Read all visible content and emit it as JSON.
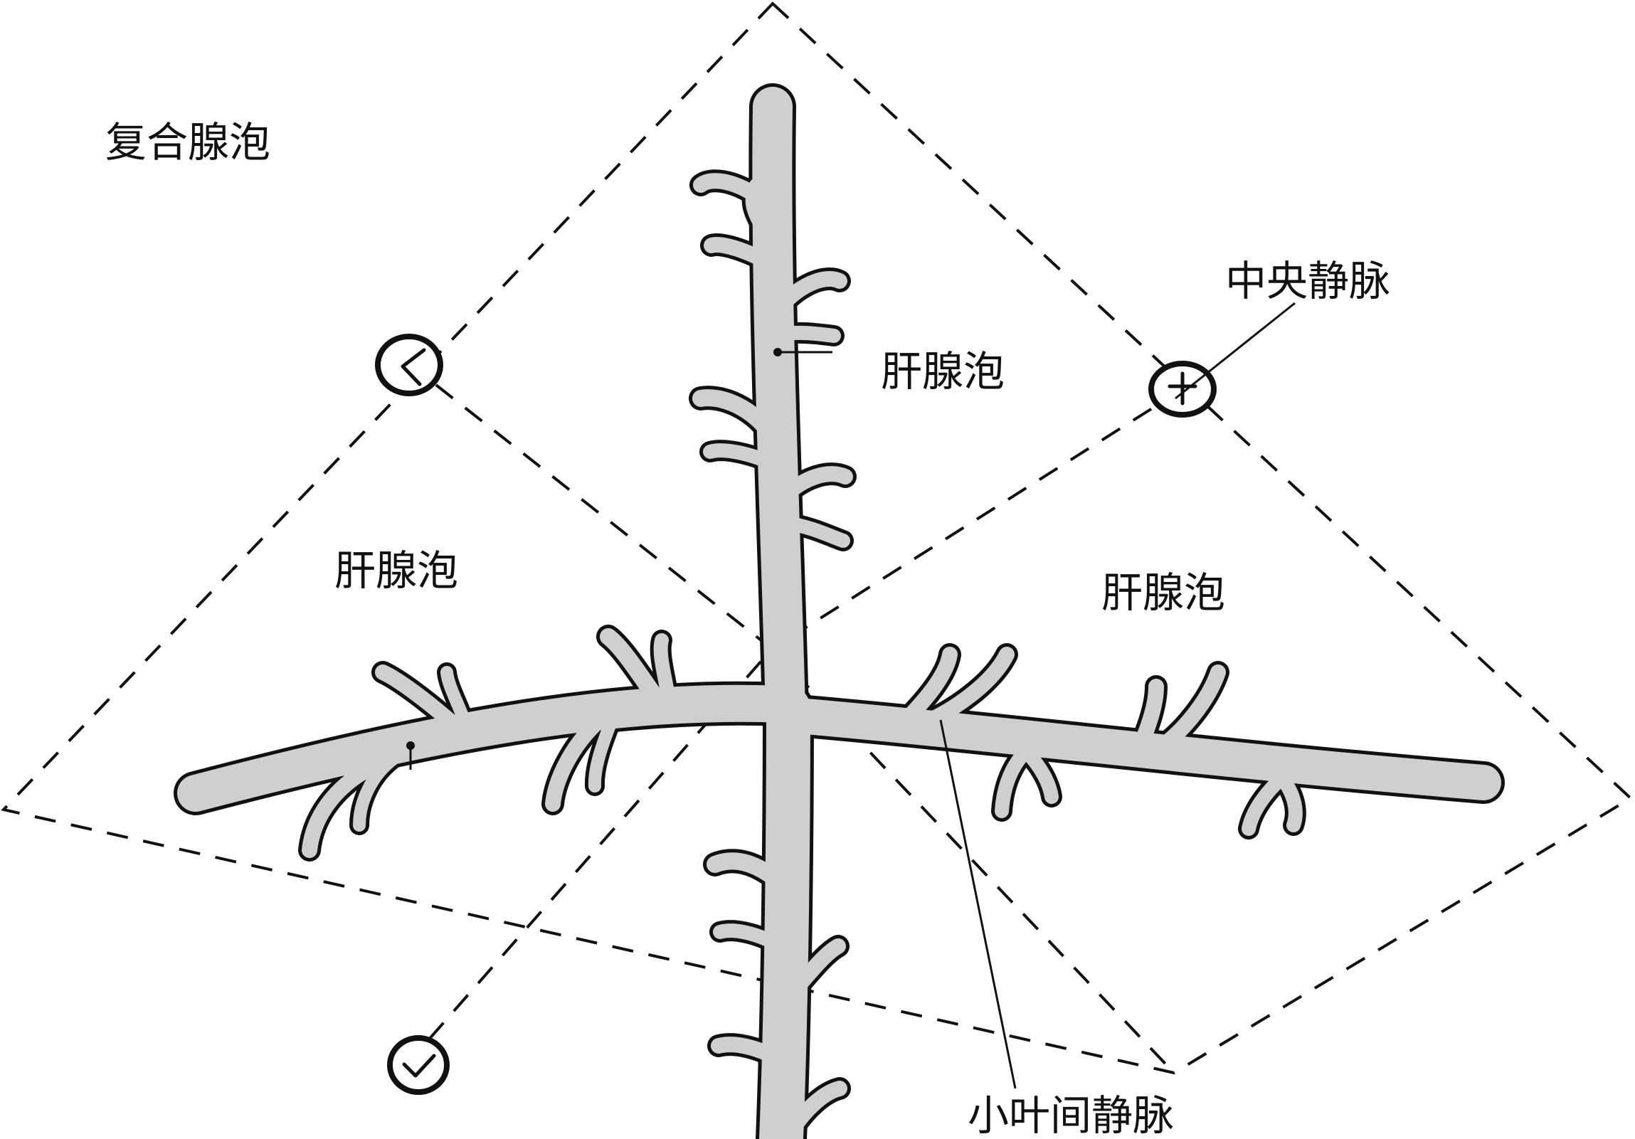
{
  "diagram": {
    "labels": {
      "compound_acinus": "复合腺泡",
      "acinus_top": "肝腺泡",
      "acinus_left": "肝腺泡",
      "acinus_right": "肝腺泡",
      "central_vein": "中央静脉",
      "interlobular_vein": "小叶间静脉"
    },
    "colors": {
      "line": "#111111",
      "vessel_fill": "#cfcfcf",
      "background": "#ffffff"
    }
  }
}
